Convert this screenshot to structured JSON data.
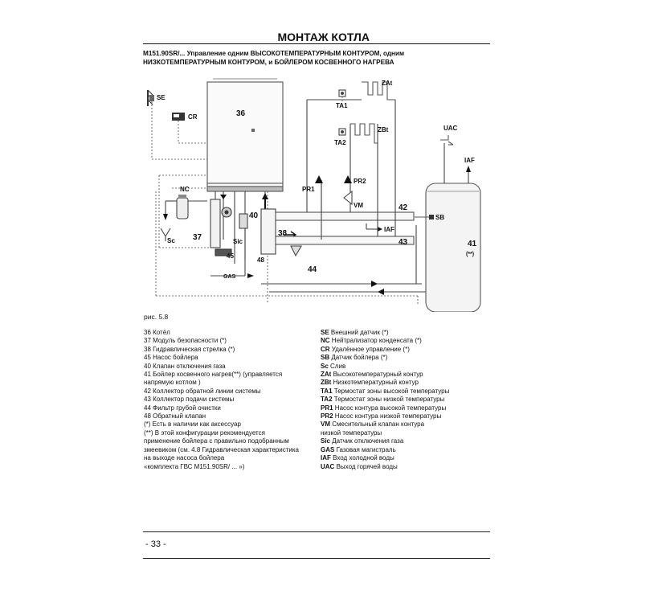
{
  "header": {
    "title": "МОНТАЖ КОТЛА"
  },
  "subtitle": {
    "line1": "M151.90SR/... Управление одним ВЫСОКОТЕМПЕРАТУРНЫМ КОНТУРОМ, одним",
    "line2": "НИЗКОТЕМПЕРАТУРНЫМ КОНТУРОМ, и БОЙЛЕРОМ КОСВЕННОГО НАГРЕВА"
  },
  "diagram_labels": {
    "l36": "36",
    "l37": "37",
    "l38": "38",
    "l40": "40",
    "l41": "41",
    "l41b": "(**)",
    "l42": "42",
    "l43": "43",
    "l44": "44",
    "l45": "45",
    "l48": "48",
    "se": "SE",
    "cr": "CR",
    "nc": "NC",
    "sc": "Sc",
    "sic": "Sic",
    "zat": "ZAt",
    "zbt": "ZBt",
    "ta1": "TA1",
    "ta2": "TA2",
    "pr1": "PR1",
    "pr2": "PR2",
    "vm": "VM",
    "uac": "UAC",
    "iaf1": "IAF",
    "iaf2": "IAF",
    "sb": "SB",
    "gas": "GAS"
  },
  "figure": {
    "caption": "рис. 5.8"
  },
  "legend_left": [
    "36 Котёл",
    "37 Модуль безопасности (*)",
    "38 Гидравлическая стрелка (*)",
    "45 Насос бойлера",
    "40 Клапан отключения газа",
    "41 Бойлер косвенного нагрев(**) (управляется",
    "напрямую котлом )",
    "42 Коллектор обратной линии системы",
    "43 Коллектор подачи системы",
    "44 Фильтр грубой очистки",
    "48 Обратный клапан",
    "(*) Есть в наличии как аксессуар",
    "(**) В этой конфигурации рекомендуется",
    "применение бойлера с правильно подобранным",
    "змеевиком (см. 4.8 Гидравлическая характеристика",
    "на выходе   насоса бойлера",
    "«комплекта ГВС M151.90SR/ ... »)"
  ],
  "legend_right": [
    {
      "code": "SE",
      "text": "Внешний датчик (*)"
    },
    {
      "code": "NC",
      "text": "Нейтрализатор конденсата (*)"
    },
    {
      "code": "CR",
      "text": "Удалённое управление (*)"
    },
    {
      "code": "SB",
      "text": "Датчик бойлера (*)"
    },
    {
      "code": "Sc",
      "text": "Слив"
    },
    {
      "code": "ZAt",
      "text": "Высокотемпературный контур"
    },
    {
      "code": "ZBt",
      "text": "Низкотемпературный контур"
    },
    {
      "code": "TA1",
      "text": "Термостат зоны высокой температуры"
    },
    {
      "code": "TA2",
      "text": "Термостат зоны низкой температуры"
    },
    {
      "code": "PR1",
      "text": "Насос контура высокой температуры"
    },
    {
      "code": "PR2",
      "text": "Насос контура низкой температуры"
    },
    {
      "code": "VM",
      "text": "Смесительный клапан контура"
    },
    {
      "code": "",
      "text": "низкой температуры"
    },
    {
      "code": "Sic",
      "text": "Датчик отключения газа"
    },
    {
      "code": "GAS",
      "text": "Газовая магистраль"
    },
    {
      "code": "IAF",
      "text": "Вход холодной воды"
    },
    {
      "code": "UAC",
      "text": "Выход горячей воды"
    }
  ],
  "footer": {
    "page_number": "- 33 -"
  }
}
